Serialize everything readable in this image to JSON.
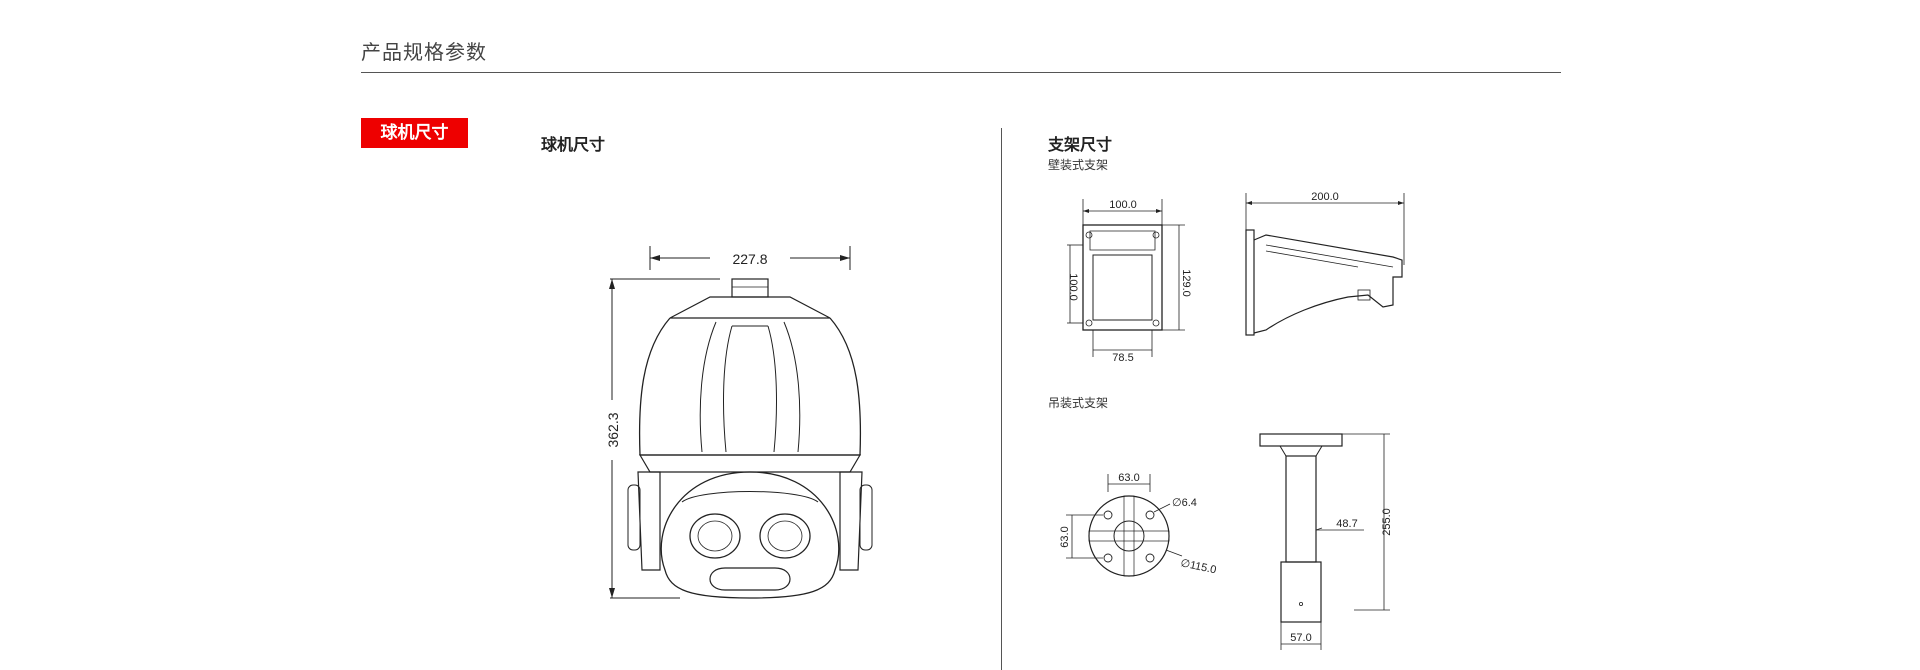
{
  "header": {
    "title": "产品规格参数"
  },
  "section_tag": "球机尺寸",
  "left": {
    "heading": "球机尺寸",
    "dims": {
      "width": "227.8",
      "height": "362.3"
    }
  },
  "right": {
    "heading": "支架尺寸",
    "wall_mount": {
      "label": "壁装式支架",
      "front_width": "100.0",
      "front_height_left": "100.0",
      "front_height_right": "129.0",
      "front_bottom": "78.5",
      "side_length": "200.0"
    },
    "ceiling_mount": {
      "label": "吊装式支架",
      "flange_width": "63.0",
      "flange_height": "63.0",
      "hole_dia": "∅6.4",
      "outer_dia": "∅115.0",
      "pole_height": "255.0",
      "pole_offset": "48.7",
      "pole_base": "57.0"
    }
  }
}
